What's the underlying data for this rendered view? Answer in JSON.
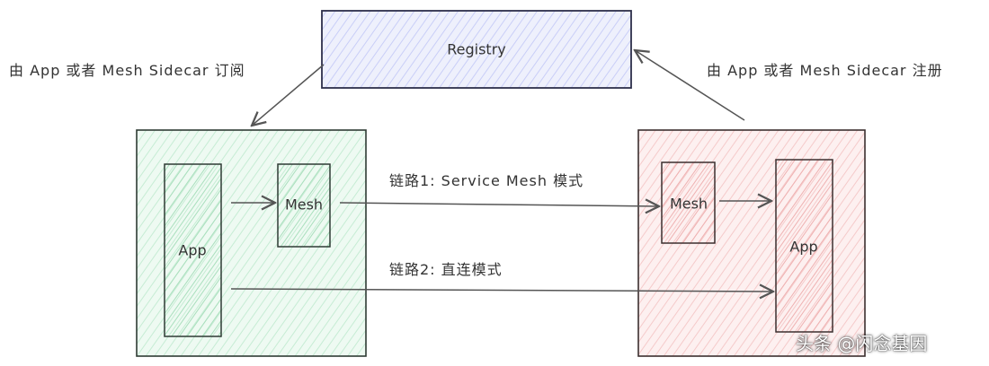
{
  "registry": {
    "label": "Registry",
    "color": "#5b6bd6",
    "fill": "#e6e9fb"
  },
  "consumer": {
    "fill": "#e3f6ea",
    "stroke": "#2f3b34",
    "app_label": "App",
    "mesh_label": "Mesh",
    "subscribe_text": "由 App 或者 Mesh Sidecar 订阅"
  },
  "provider": {
    "fill": "#fbe3e3",
    "stroke": "#3b2f2f",
    "app_label": "App",
    "mesh_label": "Mesh",
    "register_text": "由 App 或者 Mesh Sidecar 注册"
  },
  "links": {
    "link1_text": "链路1: Service Mesh 模式",
    "link2_text": "链路2: 直连模式"
  },
  "watermark": "头条 @闪念基因"
}
